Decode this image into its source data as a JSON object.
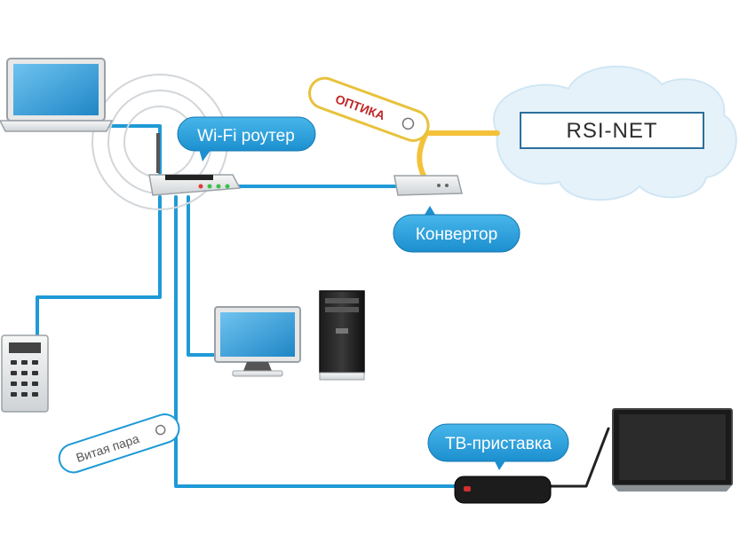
{
  "cloud": {
    "label": "RSI-NET"
  },
  "labels": {
    "router": "Wi-Fi роутер",
    "converter": "Конвертор",
    "tv_box": "ТВ-приставка",
    "twisted_pair": "Витая пара",
    "fiber": "ОПТИКА"
  },
  "colors": {
    "cable": "#1e9ad6",
    "bubble": "#2aa3df",
    "fiber": "#f3c23a",
    "cloud": "#e4f1fa"
  }
}
